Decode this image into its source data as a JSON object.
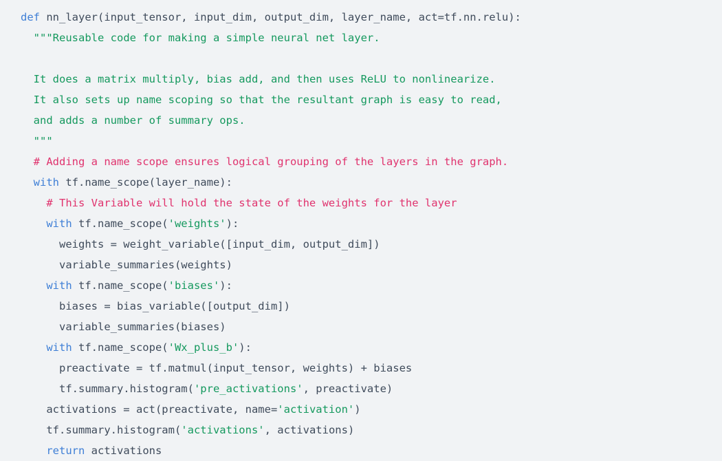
{
  "editor": {
    "language": "python",
    "background_color": "#f1f3f5",
    "colors": {
      "plain": "#3f4b5b",
      "keyword": "#3f7fd6",
      "string": "#15995e",
      "comment": "#e0336e"
    }
  },
  "code": {
    "lines": [
      {
        "index": 0,
        "text": "def nn_layer(input_tensor, input_dim, output_dim, layer_name, act=tf.nn.relu):",
        "tokens": [
          {
            "t": "def",
            "k": "kw"
          },
          {
            "t": " nn_layer(input_tensor, input_dim, output_dim, layer_name, act=tf.nn.relu):",
            "k": "plain"
          }
        ]
      },
      {
        "index": 1,
        "text": "  \"\"\"Reusable code for making a simple neural net layer.",
        "tokens": [
          {
            "t": "  ",
            "k": "plain"
          },
          {
            "t": "\"\"\"Reusable code for making a simple neural net layer.",
            "k": "str"
          }
        ]
      },
      {
        "index": 2,
        "text": "",
        "tokens": []
      },
      {
        "index": 3,
        "text": "  It does a matrix multiply, bias add, and then uses ReLU to nonlinearize.",
        "tokens": [
          {
            "t": "  ",
            "k": "plain"
          },
          {
            "t": "It does a matrix multiply, bias add, and then uses ReLU to nonlinearize.",
            "k": "str"
          }
        ]
      },
      {
        "index": 4,
        "text": "  It also sets up name scoping so that the resultant graph is easy to read,",
        "tokens": [
          {
            "t": "  ",
            "k": "plain"
          },
          {
            "t": "It also sets up name scoping so that the resultant graph is easy to read,",
            "k": "str"
          }
        ]
      },
      {
        "index": 5,
        "text": "  and adds a number of summary ops.",
        "tokens": [
          {
            "t": "  ",
            "k": "plain"
          },
          {
            "t": "and adds a number of summary ops.",
            "k": "str"
          }
        ]
      },
      {
        "index": 6,
        "text": "  \"\"\"",
        "tokens": [
          {
            "t": "  ",
            "k": "plain"
          },
          {
            "t": "\"\"\"",
            "k": "str"
          }
        ]
      },
      {
        "index": 7,
        "text": "  # Adding a name scope ensures logical grouping of the layers in the graph.",
        "tokens": [
          {
            "t": "  ",
            "k": "plain"
          },
          {
            "t": "# Adding a name scope ensures logical grouping of the layers in the graph.",
            "k": "com"
          }
        ]
      },
      {
        "index": 8,
        "text": "  with tf.name_scope(layer_name):",
        "tokens": [
          {
            "t": "  ",
            "k": "plain"
          },
          {
            "t": "with",
            "k": "kw"
          },
          {
            "t": " tf.name_scope(layer_name):",
            "k": "plain"
          }
        ]
      },
      {
        "index": 9,
        "text": "    # This Variable will hold the state of the weights for the layer",
        "tokens": [
          {
            "t": "    ",
            "k": "plain"
          },
          {
            "t": "# This Variable will hold the state of the weights for the layer",
            "k": "com"
          }
        ]
      },
      {
        "index": 10,
        "text": "    with tf.name_scope('weights'):",
        "tokens": [
          {
            "t": "    ",
            "k": "plain"
          },
          {
            "t": "with",
            "k": "kw"
          },
          {
            "t": " tf.name_scope(",
            "k": "plain"
          },
          {
            "t": "'weights'",
            "k": "str"
          },
          {
            "t": "):",
            "k": "plain"
          }
        ]
      },
      {
        "index": 11,
        "text": "      weights = weight_variable([input_dim, output_dim])",
        "tokens": [
          {
            "t": "      weights = weight_variable([input_dim, output_dim])",
            "k": "plain"
          }
        ]
      },
      {
        "index": 12,
        "text": "      variable_summaries(weights)",
        "tokens": [
          {
            "t": "      variable_summaries(weights)",
            "k": "plain"
          }
        ]
      },
      {
        "index": 13,
        "text": "    with tf.name_scope('biases'):",
        "tokens": [
          {
            "t": "    ",
            "k": "plain"
          },
          {
            "t": "with",
            "k": "kw"
          },
          {
            "t": " tf.name_scope(",
            "k": "plain"
          },
          {
            "t": "'biases'",
            "k": "str"
          },
          {
            "t": "):",
            "k": "plain"
          }
        ]
      },
      {
        "index": 14,
        "text": "      biases = bias_variable([output_dim])",
        "tokens": [
          {
            "t": "      biases = bias_variable([output_dim])",
            "k": "plain"
          }
        ]
      },
      {
        "index": 15,
        "text": "      variable_summaries(biases)",
        "tokens": [
          {
            "t": "      variable_summaries(biases)",
            "k": "plain"
          }
        ]
      },
      {
        "index": 16,
        "text": "    with tf.name_scope('Wx_plus_b'):",
        "tokens": [
          {
            "t": "    ",
            "k": "plain"
          },
          {
            "t": "with",
            "k": "kw"
          },
          {
            "t": " tf.name_scope(",
            "k": "plain"
          },
          {
            "t": "'Wx_plus_b'",
            "k": "str"
          },
          {
            "t": "):",
            "k": "plain"
          }
        ]
      },
      {
        "index": 17,
        "text": "      preactivate = tf.matmul(input_tensor, weights) + biases",
        "tokens": [
          {
            "t": "      preactivate = tf.matmul(input_tensor, weights) + biases",
            "k": "plain"
          }
        ]
      },
      {
        "index": 18,
        "text": "      tf.summary.histogram('pre_activations', preactivate)",
        "tokens": [
          {
            "t": "      tf.summary.histogram(",
            "k": "plain"
          },
          {
            "t": "'pre_activations'",
            "k": "str"
          },
          {
            "t": ", preactivate)",
            "k": "plain"
          }
        ]
      },
      {
        "index": 19,
        "text": "    activations = act(preactivate, name='activation')",
        "tokens": [
          {
            "t": "    activations = act(preactivate, name=",
            "k": "plain"
          },
          {
            "t": "'activation'",
            "k": "str"
          },
          {
            "t": ")",
            "k": "plain"
          }
        ]
      },
      {
        "index": 20,
        "text": "    tf.summary.histogram('activations', activations)",
        "tokens": [
          {
            "t": "    tf.summary.histogram(",
            "k": "plain"
          },
          {
            "t": "'activations'",
            "k": "str"
          },
          {
            "t": ", activations)",
            "k": "plain"
          }
        ]
      },
      {
        "index": 21,
        "text": "    return activations",
        "tokens": [
          {
            "t": "    ",
            "k": "plain"
          },
          {
            "t": "return",
            "k": "kw"
          },
          {
            "t": " activations",
            "k": "plain"
          }
        ]
      }
    ]
  }
}
